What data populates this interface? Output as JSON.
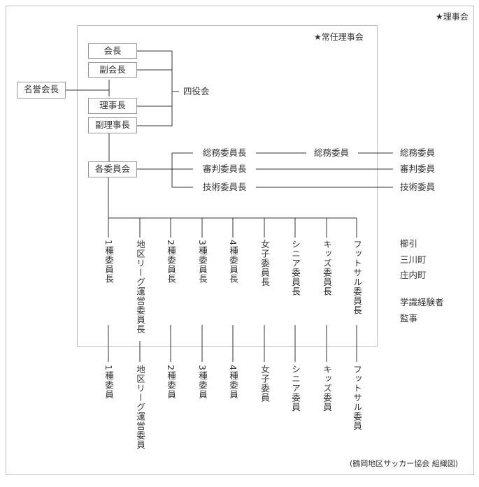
{
  "legend": {
    "board": "★理事会",
    "standing_board": "★常任理事会"
  },
  "officers": {
    "president": "会長",
    "vice_president": "副会長",
    "honorary_president": "名誉会長",
    "chairman": "理事長",
    "vice_chairman": "副理事長",
    "four_officers": "四役会"
  },
  "committees": {
    "all": "各委員会",
    "rows": [
      {
        "head": "総務委員長",
        "mid": "総務委員",
        "member": "総務委員"
      },
      {
        "head": "審判委員長",
        "mid": "",
        "member": "審判委員"
      },
      {
        "head": "技術委員長",
        "mid": "",
        "member": "技術委員"
      }
    ]
  },
  "chairs": [
    "1種委員長",
    "地区リーグ運営委員長",
    "2種委員長",
    "3種委員長",
    "4種委員長",
    "女子委員長",
    "シニア委員長",
    "キッズ委員長",
    "フットサル委員長"
  ],
  "members": [
    "1種委員",
    "地区リーグ運営委員",
    "2種委員",
    "3種委員",
    "4種委員",
    "女子委員",
    "シニア委員",
    "キッズ委員",
    "フットサル委員"
  ],
  "other_members": {
    "regions": [
      "櫛引",
      "三川町",
      "庄内町"
    ],
    "experts": "学識経験者",
    "auditor": "監事"
  },
  "caption": "(鶴岡地区サッカー協会 組織図)"
}
